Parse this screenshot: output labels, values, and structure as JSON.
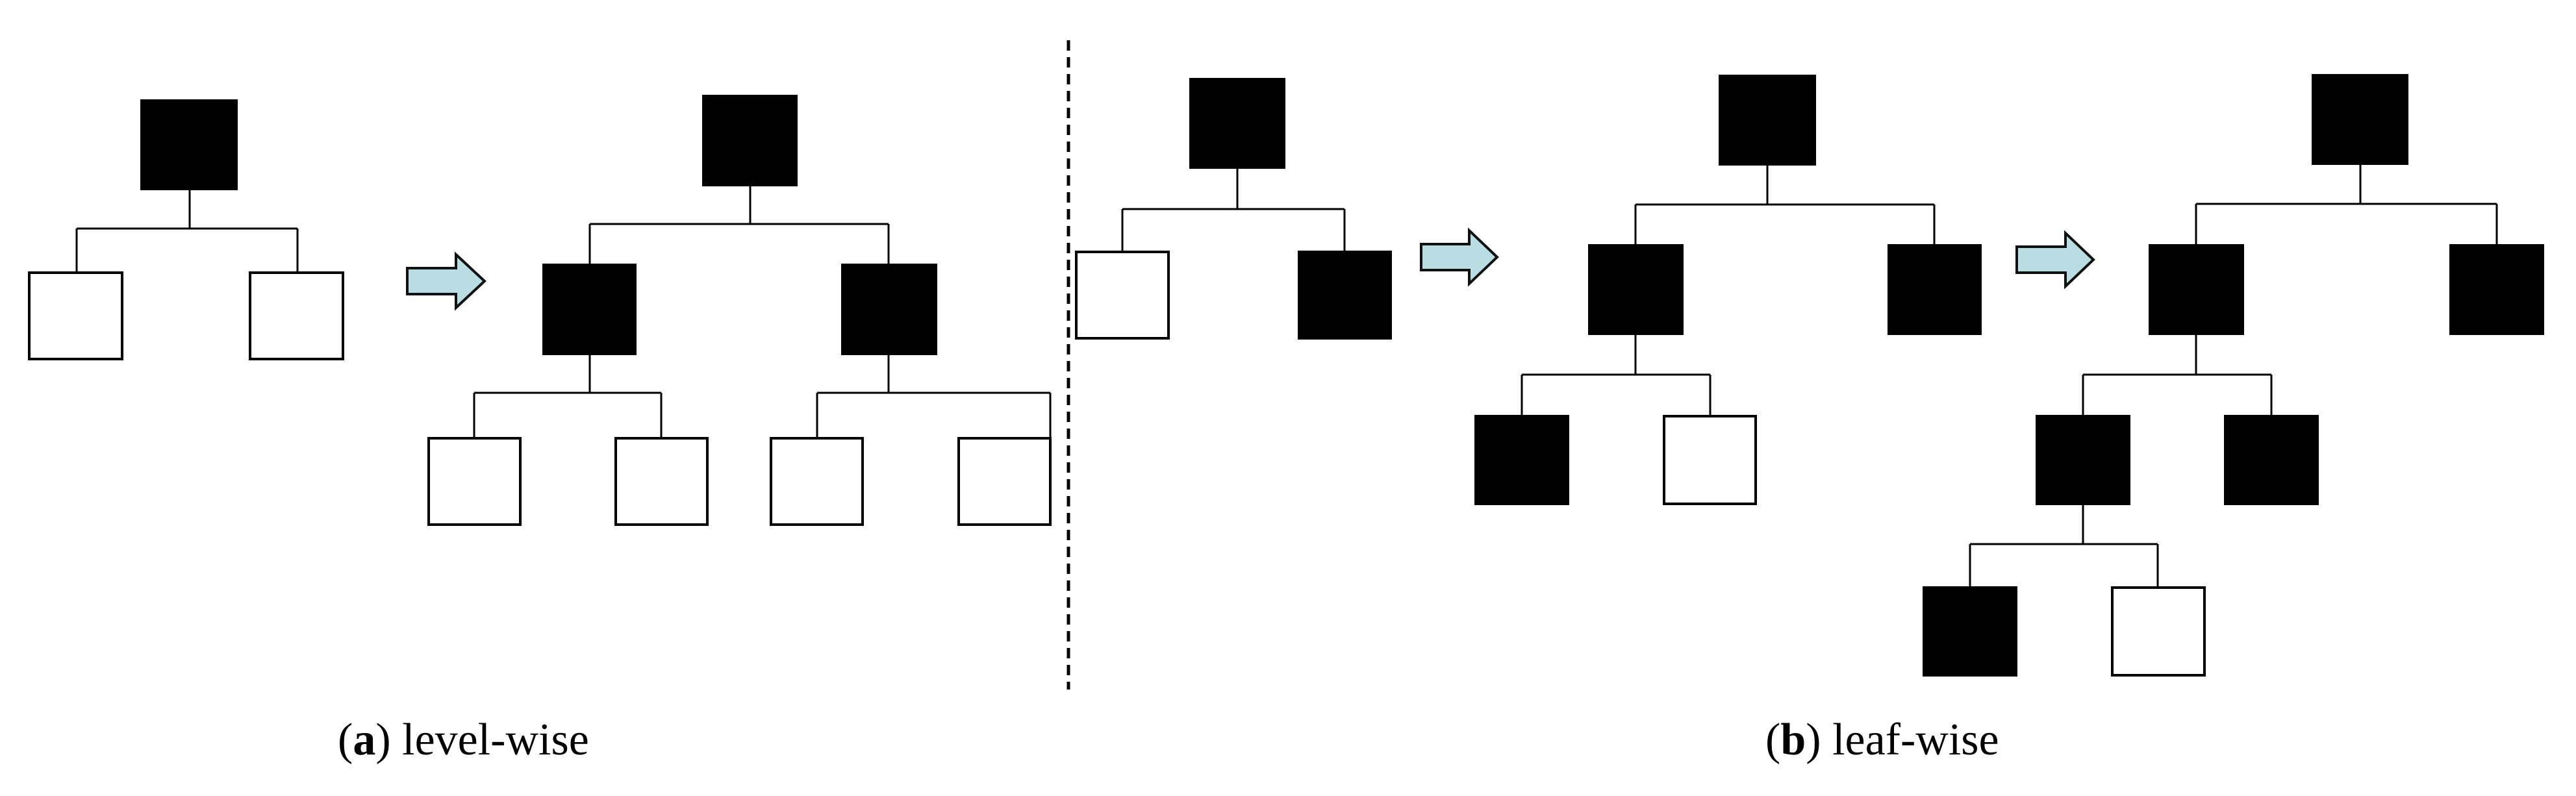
{
  "captions": {
    "a": {
      "letter": "a",
      "text": "level-wise"
    },
    "b": {
      "letter": "b",
      "text": "leaf-wise"
    }
  },
  "colors": {
    "node_expanded": "#000000",
    "node_leaf": "#ffffff",
    "arrow_fill": "#b9dde2",
    "line": "#000000"
  },
  "panels": [
    {
      "id": "a",
      "steps": [
        {
          "filled_nodes": 1,
          "empty_nodes": 2
        },
        {
          "filled_nodes": 3,
          "empty_nodes": 4
        }
      ]
    },
    {
      "id": "b",
      "steps": [
        {
          "filled_nodes": 2,
          "empty_nodes": 1
        },
        {
          "filled_nodes": 4,
          "empty_nodes": 1
        },
        {
          "filled_nodes": 6,
          "empty_nodes": 1
        }
      ]
    }
  ]
}
